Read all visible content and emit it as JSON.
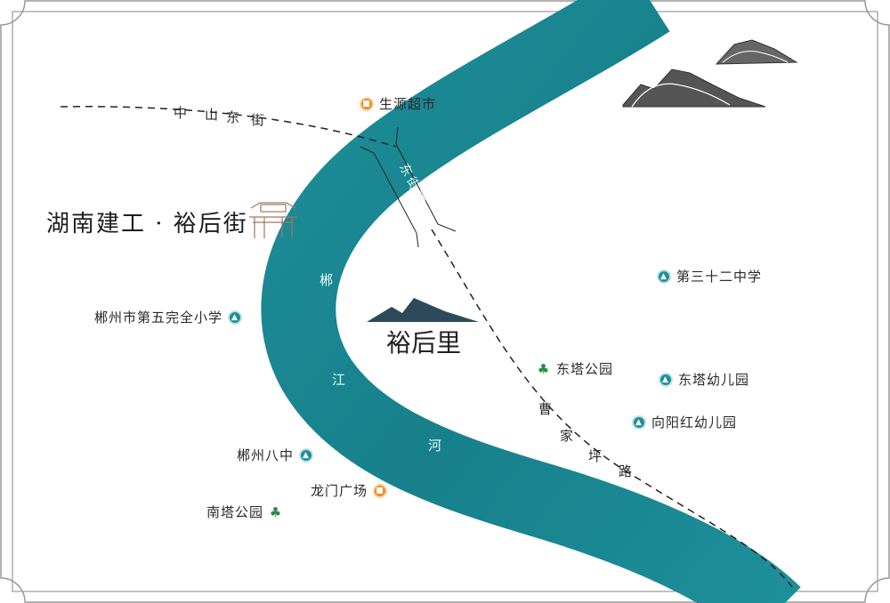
{
  "title": "湖南建工 · 裕后街",
  "logo": {
    "name": "裕后里",
    "tagline": "湖南建工 · 裕后街"
  },
  "bridge": "东街桥",
  "river": [
    "郴",
    "江",
    "河"
  ],
  "roads": {
    "zhongshan": [
      "中",
      "山",
      "东",
      "街"
    ],
    "caojiaping": [
      "曹",
      "家",
      "坪",
      "路"
    ]
  },
  "pois": [
    {
      "name": "生源超市",
      "icon": "shop-icon"
    },
    {
      "name": "第三十二中学",
      "icon": "school-icon"
    },
    {
      "name": "郴州市第五完全小学",
      "icon": "school-icon"
    },
    {
      "name": "东塔公园",
      "icon": "tree-icon"
    },
    {
      "name": "东塔幼儿园",
      "icon": "school-icon"
    },
    {
      "name": "向阳红幼儿园",
      "icon": "school-icon"
    },
    {
      "name": "郴州八中",
      "icon": "school-icon"
    },
    {
      "name": "龙门广场",
      "icon": "shop-icon"
    },
    {
      "name": "南塔公园",
      "icon": "tree-icon"
    }
  ],
  "colors": {
    "river": "#1b8893",
    "school": "#1d8f98",
    "shop": "#f08a1c",
    "park": "#2f8a4a"
  }
}
